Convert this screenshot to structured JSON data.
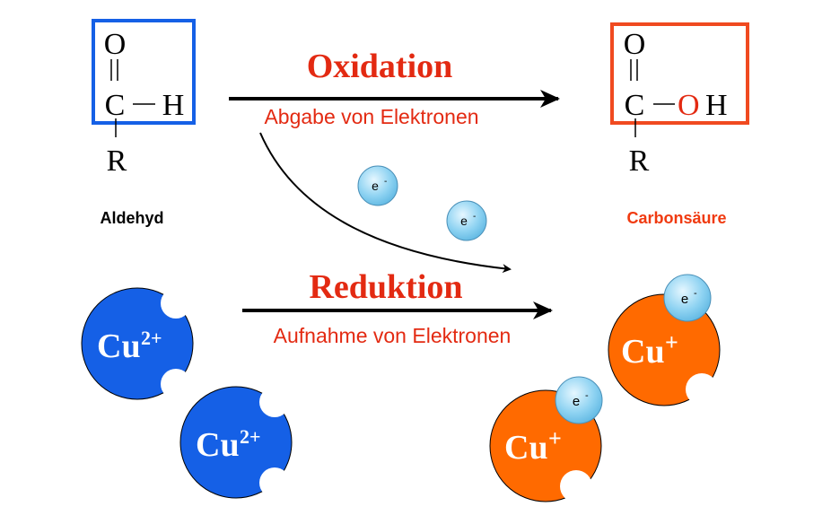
{
  "aldehyde": {
    "O": "O",
    "C": "C",
    "H": "H",
    "R": "R",
    "label": "Aldehyd"
  },
  "acid": {
    "O": "O",
    "C": "C",
    "OH_O": "O",
    "OH_H": "H",
    "R": "R",
    "label": "Carbonsäure"
  },
  "oxidation": {
    "title": "Oxidation",
    "subtitle": "Abgabe von Elektronen"
  },
  "reduction": {
    "title": "Reduktion",
    "subtitle": "Aufnahme von Elektronen"
  },
  "electron": {
    "symbol": "e",
    "sup": "-"
  },
  "cu2": {
    "symbol": "Cu",
    "charge": "2+"
  },
  "cu1": {
    "symbol": "Cu",
    "charge": "+"
  },
  "colors": {
    "blue": "#1560e6",
    "orange": "#ff6a00",
    "red": "#e32a12",
    "electron": "#8fd3f2"
  }
}
